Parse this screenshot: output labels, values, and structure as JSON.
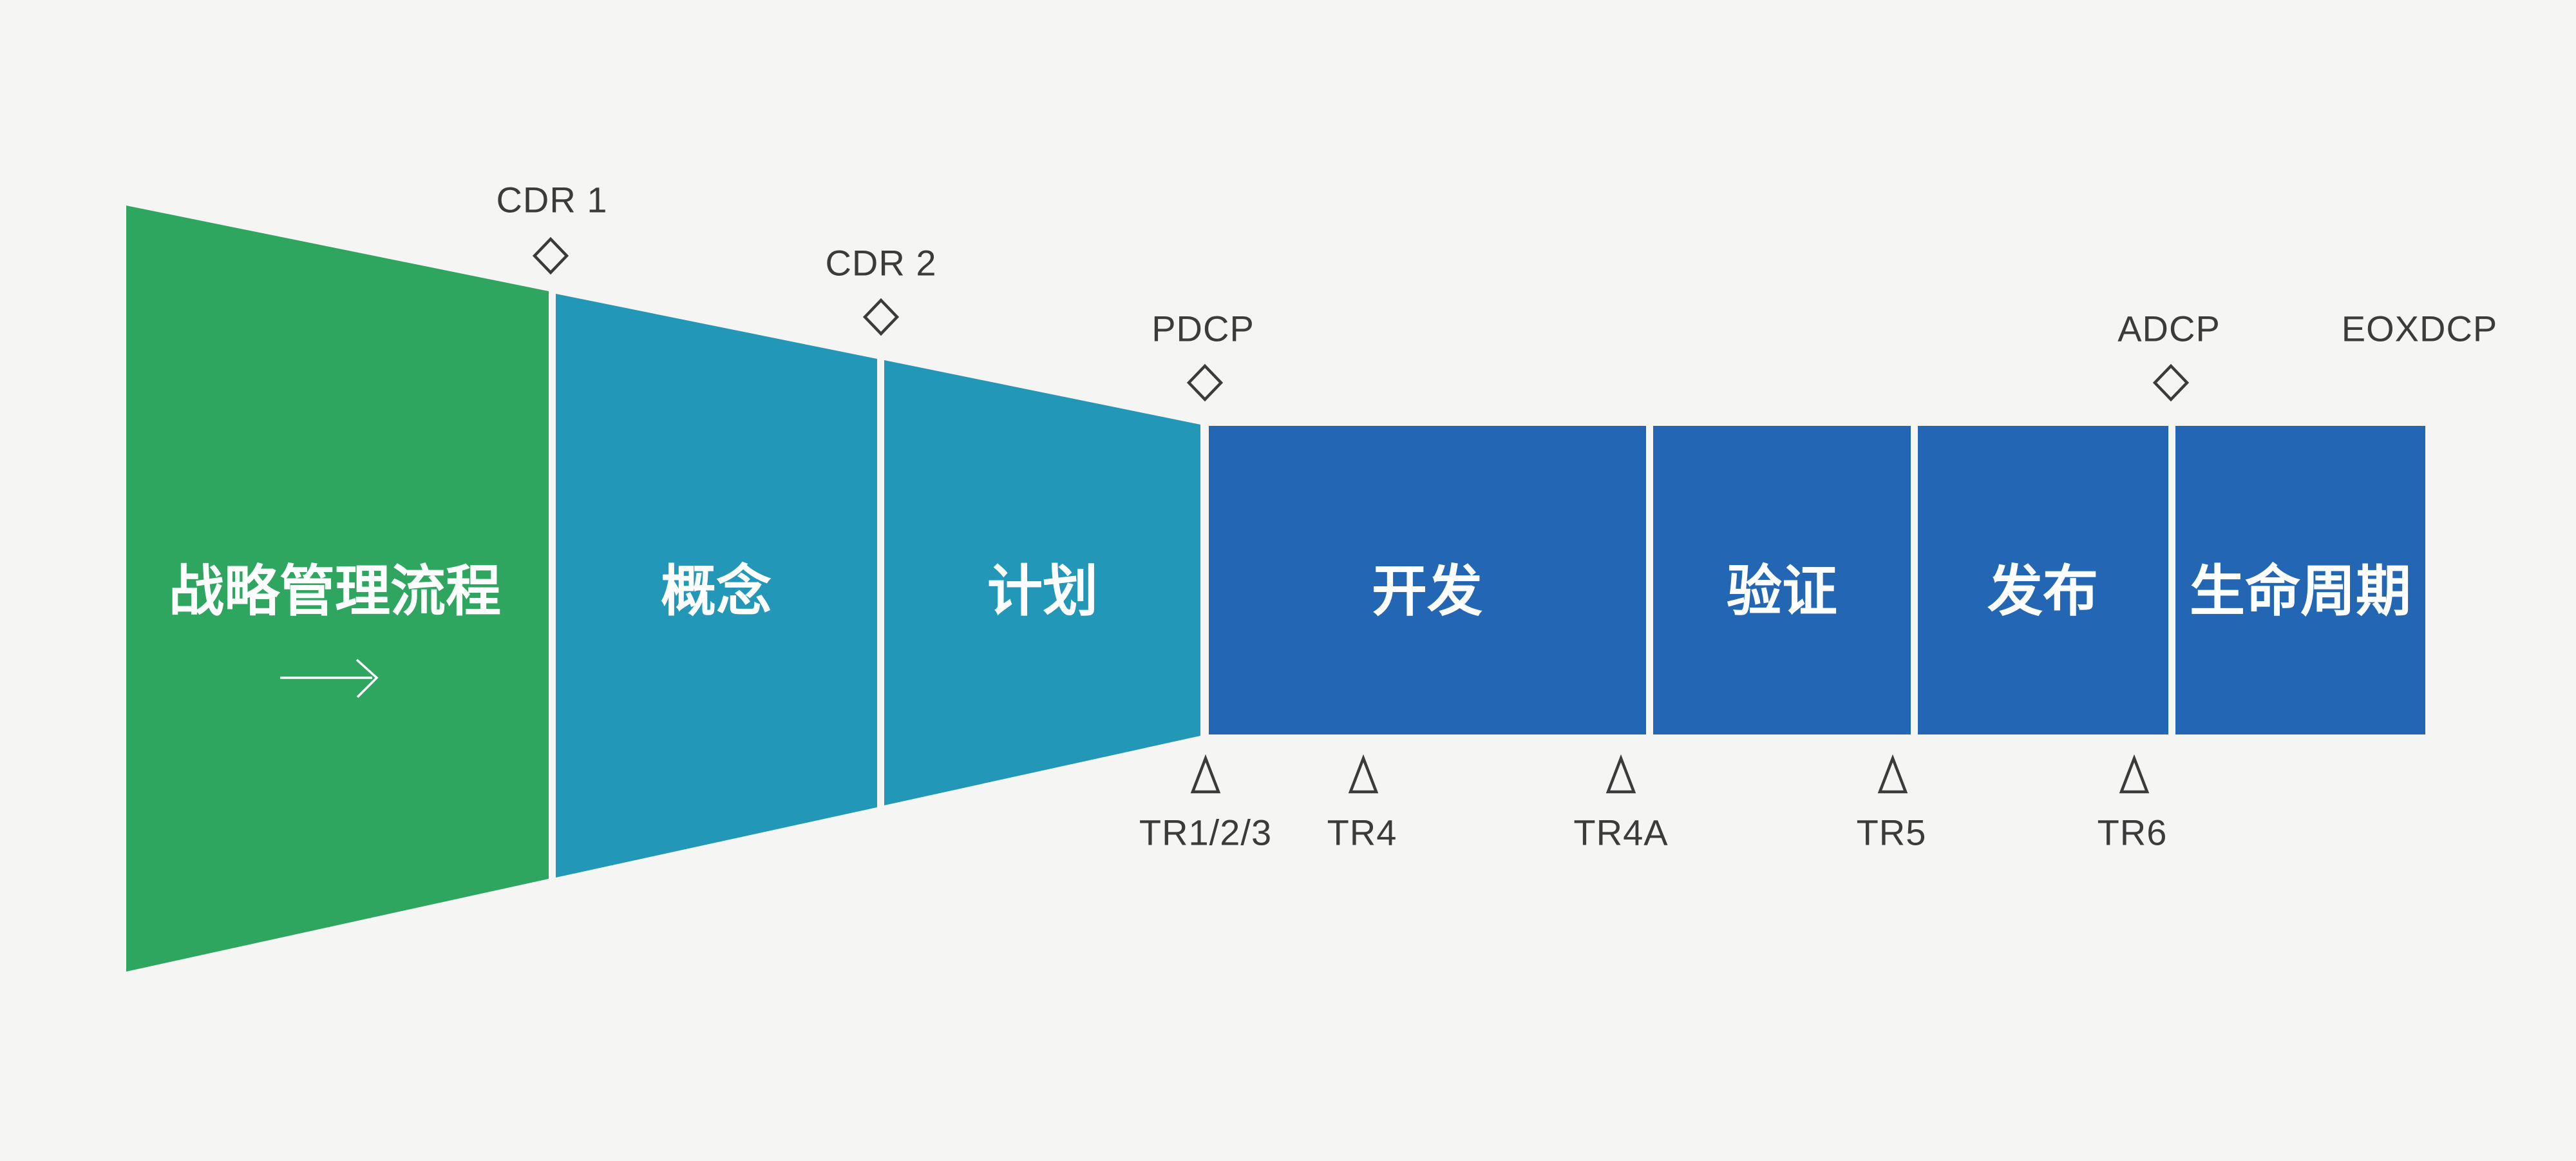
{
  "colors": {
    "background": "#F5F5F4",
    "strategy_green": "#2EA65F",
    "phase_teal": "#2297B7",
    "phase_blue": "#2366B4",
    "marker_gray": "#3B3B3B",
    "stage_text_white": "#FFFFFF"
  },
  "stages": [
    {
      "label": "战略管理流程",
      "color": "#2EA65F"
    },
    {
      "label": "概念",
      "color": "#2297B7"
    },
    {
      "label": "计划",
      "color": "#2297B7"
    },
    {
      "label": "开发",
      "color": "#2366B4"
    },
    {
      "label": "验证",
      "color": "#2366B4"
    },
    {
      "label": "发布",
      "color": "#2366B4"
    },
    {
      "label": "生命周期",
      "color": "#2366B4"
    }
  ],
  "decision_checkpoints": [
    {
      "label": "CDR 1",
      "marker": "diamond"
    },
    {
      "label": "CDR 2",
      "marker": "diamond"
    },
    {
      "label": "PDCP",
      "marker": "diamond"
    },
    {
      "label": "ADCP",
      "marker": "diamond"
    },
    {
      "label": "EOXDCP",
      "marker": "none"
    }
  ],
  "tech_reviews": [
    {
      "label": "TR1/2/3",
      "marker": "triangle"
    },
    {
      "label": "TR4",
      "marker": "triangle"
    },
    {
      "label": "TR4A",
      "marker": "triangle"
    },
    {
      "label": "TR5",
      "marker": "triangle"
    },
    {
      "label": "TR6",
      "marker": "triangle"
    }
  ],
  "flow_arrow": {
    "icon": "arrow-right"
  }
}
